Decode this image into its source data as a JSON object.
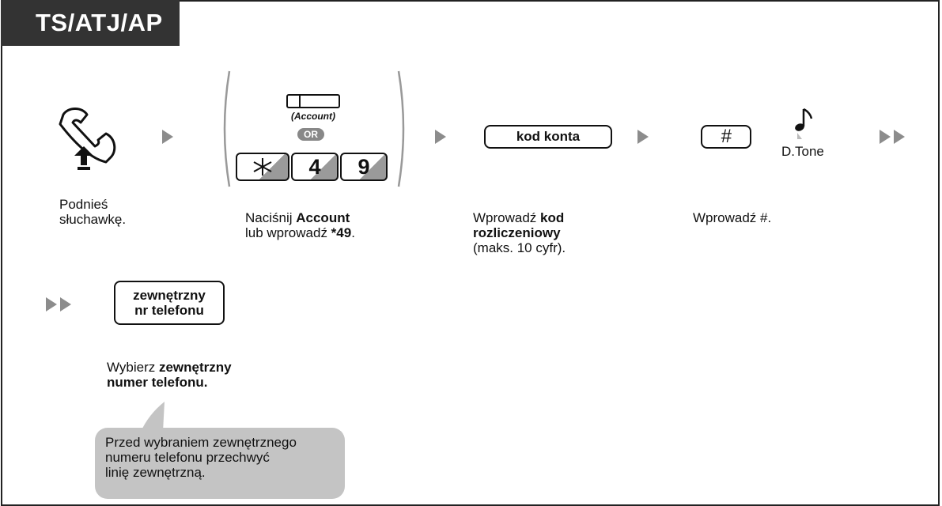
{
  "header": {
    "title": "TS/ATJ/AP"
  },
  "step1": {
    "caption_l1": "Podnieś",
    "caption_l2": "słuchawkę."
  },
  "step2": {
    "account_label": "(Account)",
    "or_label": "OR",
    "keys": [
      "4",
      "9"
    ],
    "caption_l1": "Naciśnij ",
    "caption_l1_bold": "Account",
    "caption_l2": "lub wprowadź ",
    "caption_l2_bold": "*49",
    "caption_l2_end": "."
  },
  "step3": {
    "key_label": "kod konta",
    "caption_l1": "Wprowadź ",
    "caption_l1_bold": "kod",
    "caption_l2_bold": "rozliczeniowy",
    "caption_l3": "(maks. 10 cyfr)."
  },
  "step4": {
    "key_label": "#",
    "tone_label": "D.Tone",
    "caption": "Wprowadź #."
  },
  "step5": {
    "key_label_l1": "zewnętrzny",
    "key_label_l2": "nr telefonu",
    "caption_l1": "Wybierz ",
    "caption_l1_bold": "zewnętrzny",
    "caption_l2_bold": "numer telefonu."
  },
  "note": {
    "l1": "Przed wybraniem zewnętrznego",
    "l2": "numeru telefonu przechwyć",
    "l3": "linię zewnętrzną."
  },
  "colors": {
    "tab": "#333333",
    "arrow": "#8c8c8c",
    "bubble": "#c4c4c4"
  }
}
